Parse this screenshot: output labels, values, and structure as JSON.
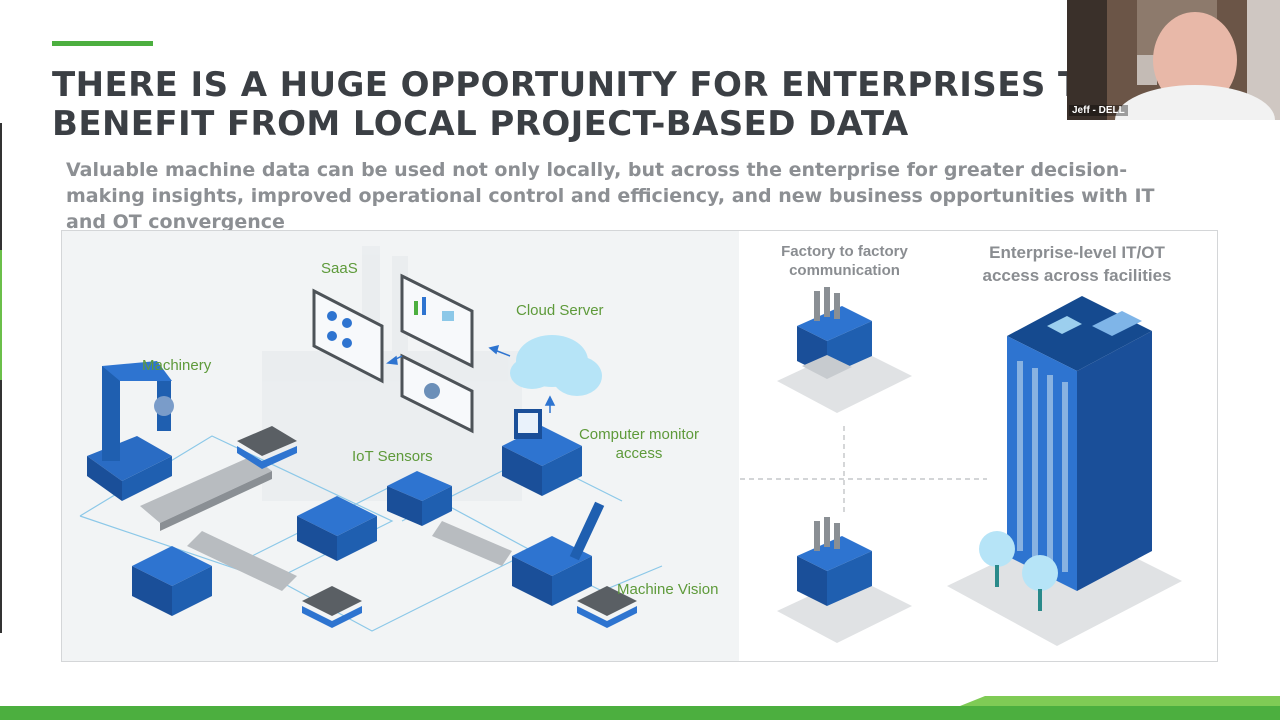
{
  "slide": {
    "title_line1": "THERE IS A HUGE OPPORTUNITY FOR ENTERPRISES TO",
    "title_line2": "BENEFIT FROM LOCAL PROJECT-BASED DATA",
    "subtitle": "Valuable machine data can be used not only locally, but across the enterprise for greater decision-making insights, improved operational control and efficiency, and new business opportunities with IT and OT convergence"
  },
  "diagram": {
    "labels": {
      "saas": "SaaS",
      "cloud_server": "Cloud Server",
      "machinery": "Machinery",
      "computer_monitor_access": "Computer monitor access",
      "iot_sensors": "IoT Sensors",
      "machine_vision": "Machine Vision"
    },
    "right": {
      "factory_header": "Factory to factory communication",
      "enterprise_header": "Enterprise-level IT/OT access across facilities"
    }
  },
  "webcam": {
    "name": "Jeff - DELL"
  },
  "colors": {
    "accent_green": "#4caf3f",
    "label_green": "#5e9a3a",
    "machine_blue": "#1f5fb0",
    "title_gray": "#3b3f44"
  }
}
